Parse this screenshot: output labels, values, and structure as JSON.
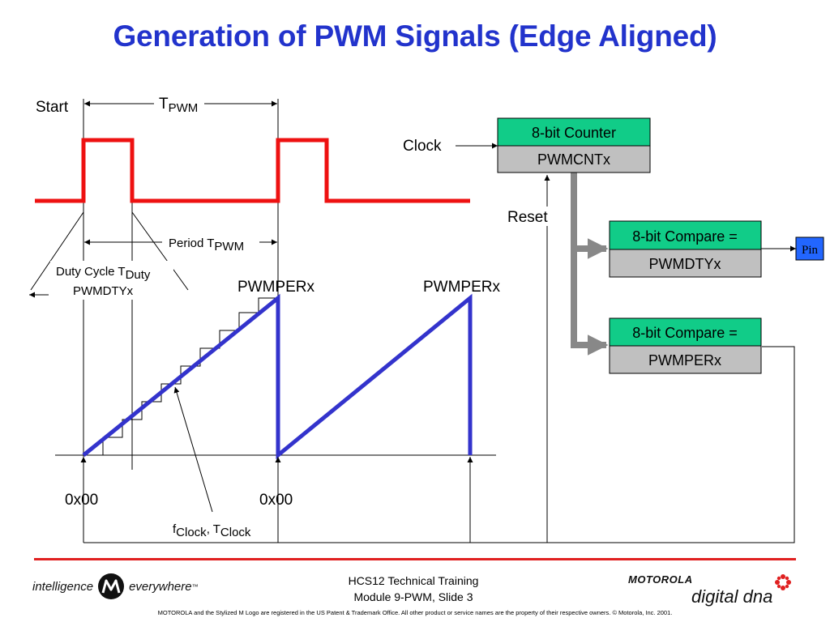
{
  "title": "Generation of PWM Signals (Edge Aligned)",
  "labels": {
    "start": "Start",
    "t_pwm_main": "T",
    "t_pwm_sub": "PWM",
    "period_main": "Period T",
    "period_sub": "PWM",
    "duty_main": "Duty Cycle T",
    "duty_sub": "Duty",
    "duty_reg": "PWMDTYx",
    "pwmper_left": "PWMPERx",
    "pwmper_right": "PWMPERx",
    "zero_left": "0x00",
    "zero_right": "0x00",
    "fclock_f": "f",
    "fclock_sub": "Clock",
    "fclock_sep": ", T",
    "tclock_sub": "Clock",
    "clock": "Clock",
    "reset": "Reset",
    "pin": "Pin"
  },
  "blocks": {
    "counter_top": "8-bit Counter",
    "counter_bottom": "PWMCNTx",
    "compare1_top": "8-bit Compare =",
    "compare1_bottom": "PWMDTYx",
    "compare2_top": "8-bit Compare =",
    "compare2_bottom": "PWMPERx"
  },
  "colors": {
    "title": "#2233CC",
    "pwm_signal": "#EE1111",
    "sawtooth": "#3333CC",
    "block_top": "#11CC88",
    "block_bottom": "#C0C0C0",
    "pin_box": "#2266FF",
    "bus_arrow": "#888888",
    "footer_rule": "#E02020"
  },
  "footer": {
    "brand_left_1": "intelligence",
    "brand_left_2": "everywhere",
    "tm": "™",
    "course": "HCS12 Technical Training",
    "module": "Module 9-PWM, Slide 3",
    "brand_right_1": "MOTOROLA",
    "brand_right_2": "digital dna",
    "legal": "MOTOROLA and the Stylized M Logo are registered in the US Patent & Trademark Office. All other  product or service names are the property of their respective owners.  © Motorola, Inc. 2001."
  },
  "icons": [
    "motorola-m-logo-icon",
    "digital-dna-flower-icon"
  ]
}
